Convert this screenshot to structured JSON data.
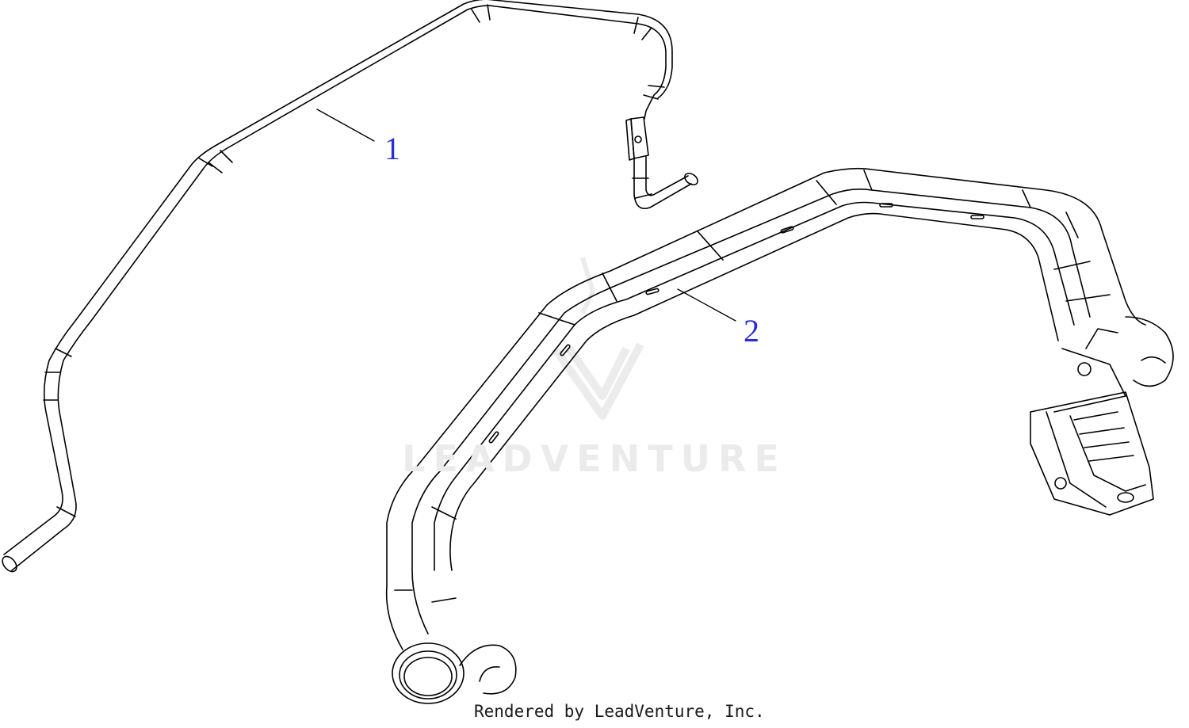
{
  "diagram": {
    "callouts": [
      {
        "id": "1",
        "label": "1"
      },
      {
        "id": "2",
        "label": "2"
      }
    ],
    "watermark": "LEADVENTURE",
    "credit": "Rendered by LeadVenture, Inc.",
    "colors": {
      "line": "#000000",
      "callout": "#2a2ad8",
      "watermark": "#ebebeb"
    }
  }
}
